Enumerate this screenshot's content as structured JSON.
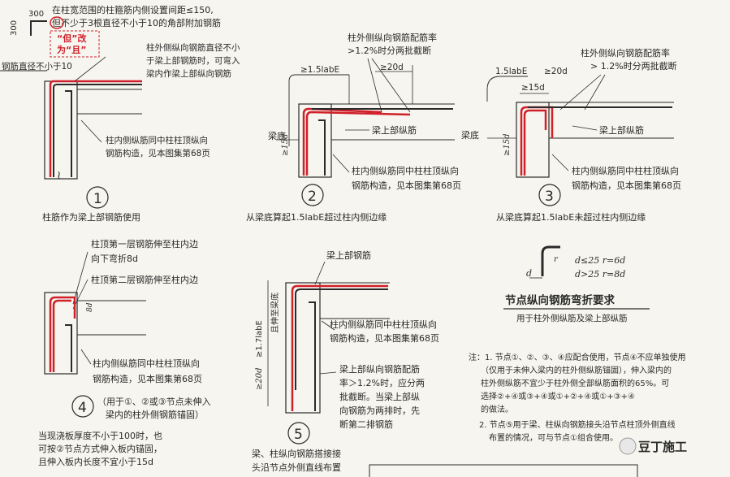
{
  "top_note": {
    "dim_300a": "300",
    "dim_300b": "300",
    "line1": "在柱宽范围的柱箍筋内侧设置间距≤150,",
    "line2": "但不少于3根直径不小于10的角部附加钢筋",
    "correction1": "“但”改",
    "correction2": "为“且”"
  },
  "d1": {
    "label_a": "钢筋直径不小于10",
    "outer1": "柱外侧纵向钢筋直径不小",
    "outer2": "于梁上部钢筋时，可弯入",
    "outer3": "梁内作梁上部纵向钢筋",
    "inner1": "柱内侧纵筋同中柱柱顶纵向",
    "inner2": "钢筋构造，见本图集第68页",
    "num": "1",
    "caption": "柱筋作为梁上部钢筋使用"
  },
  "d2": {
    "ratio1": "柱外侧纵向钢筋配筋率",
    "ratio2": ">1.2%时分两批截断",
    "dim_labe": "≥1.5labE",
    "dim_20d": "≥20d",
    "beam_bottom": "梁底",
    "dim_15d": "≥15d",
    "beam_bar": "梁上部纵筋",
    "inner1": "柱内侧纵筋同中柱柱顶纵向",
    "inner2": "钢筋构造，见本图集第68页",
    "num": "2",
    "caption": "从梁底算起1.5labE超过柱内侧边缘"
  },
  "d3": {
    "dim_labe": "1.5labE",
    "dim_20d": "≥20d",
    "dim_15d_top": "≥15d",
    "ratio1": "柱外侧纵向钢筋配筋率",
    "ratio2": "> 1.2%时分两批截断",
    "beam_bottom": "梁底",
    "dim_15d": "≥15d",
    "beam_bar": "梁上部纵筋",
    "inner1": "柱内侧纵筋同中柱柱顶纵向",
    "inner2": "钢筋构造，见本图集第68页",
    "num": "3",
    "caption": "从梁底算起1.5labE未超过柱内侧边缘"
  },
  "d4": {
    "first1": "柱顶第一层钢筋伸至柱内边",
    "first2": "向下弯折8d",
    "second": "柱顶第二层钢筋伸至柱内边",
    "dim_8d": "8d",
    "inner1": "柱内侧纵筋同中柱柱顶纵向",
    "inner2": "钢筋构造，见本图集第68页",
    "num": "4",
    "use1": "（用于①、②或③节点未伸入",
    "use2": "梁内的柱外侧钢筋锚固）",
    "slab1": "当现浇板厚度不小于100时，也",
    "slab2": "可按②节点方式伸入板内锚固，",
    "slab3": "且伸入板内长度不宜小于15d"
  },
  "d5": {
    "beam_top": "梁上部钢筋",
    "dim_17": "≥1.7labE",
    "extend": "且伸至梁底",
    "dim_20d": "≥20d",
    "inner1": "柱内侧纵筋同中柱柱顶纵向",
    "inner2": "钢筋构造，见本图集第68页",
    "ratio1": "梁上部纵向钢筋配筋",
    "ratio2": "率＞1.2%时，应分两",
    "ratio3": "批截断。当梁上部纵",
    "ratio4": "向钢筋为两排时，先",
    "ratio5": "断第二排钢筋",
    "num": "5",
    "bottom1": "梁、柱纵向钢筋搭接接",
    "bottom2": "头沿节点外侧直线布置"
  },
  "bend": {
    "r1": "d≤25  r=6d",
    "r2": "d>25  r=8d",
    "d_label": "d",
    "r_label": "r",
    "title": "节点纵向钢筋弯折要求",
    "subtitle": "用于柱外侧纵筋及梁上部纵筋"
  },
  "notes": {
    "n1": "注：1. 节点①、②、③、④应配合使用，节点④不应单独使用",
    "n2": "（仅用于未伸入梁内的柱外侧纵筋锚固），伸入梁内的",
    "n3": "柱外侧纵筋不宜少于柱外侧全部纵筋面积的65%。可",
    "n4": "选择②+④或③+④或①+②+④或①+③+④",
    "n5": "的做法。",
    "n6": "2. 节点⑤用于梁、柱纵向钢筋接头沿节点柱顶外侧直线",
    "n7": "布置的情况，可与节点①组合使用。"
  },
  "watermark": "豆丁施工",
  "colors": {
    "ink": "#2a2a2a",
    "rebar": "#d0202a",
    "paper": "#f6f5ef"
  }
}
